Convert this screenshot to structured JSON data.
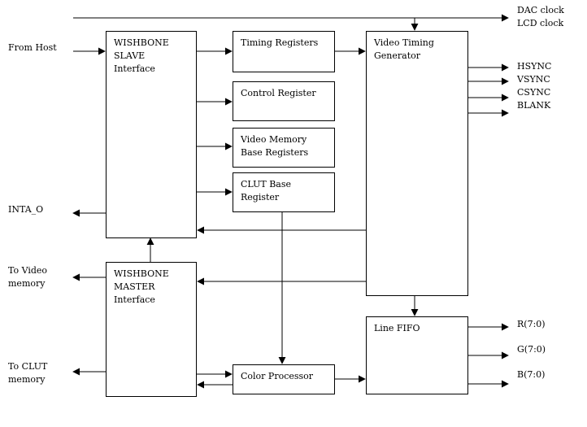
{
  "blocks": {
    "wishbone_slave": "WISHBONE\nSLAVE\nInterface",
    "wishbone_master": "WISHBONE\nMASTER\nInterface",
    "timing_registers": "Timing Registers",
    "control_register": "Control Register",
    "video_memory_base": "Video Memory\nBase Registers",
    "clut_base": "CLUT Base\nRegister",
    "color_processor": "Color Processor",
    "video_timing_generator": "Video Timing\nGenerator",
    "line_fifo": "Line FIFO"
  },
  "external": {
    "from_host": "From Host",
    "inta_o": "INTA_O",
    "to_video_memory": "To Video\nmemory",
    "to_clut_memory": "To CLUT\nmemory",
    "dac_clock": "DAC clock",
    "lcd_clock": "LCD clock",
    "hsync": "HSYNC",
    "vsync": "VSYNC",
    "csync": "CSYNC",
    "blank": "BLANK",
    "r": "R(7:0)",
    "g": "G(7:0)",
    "b": "B(7:0)"
  }
}
